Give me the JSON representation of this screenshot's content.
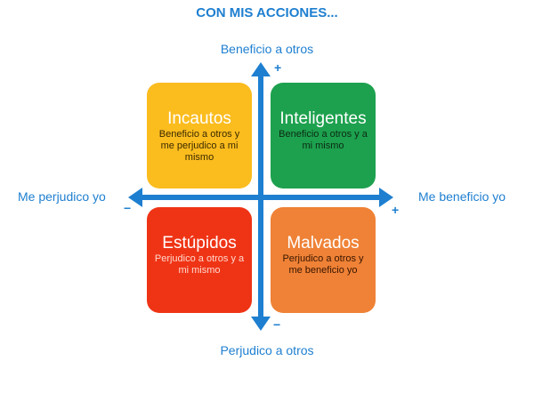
{
  "title": "CON MIS ACCIONES...",
  "axes": {
    "top": "Beneficio a otros",
    "bottom": "Perjudico a otros",
    "left": "Me perjudico yo",
    "right": "Me beneficio yo",
    "plus": "+",
    "minus": "−"
  },
  "quadrants": [
    {
      "name": "Incautos",
      "desc": "Beneficio a otros y me perjudico a mi mismo",
      "color": "#fbbc1e"
    },
    {
      "name": "Inteligentes",
      "desc": "Beneficio a otros y a mi mismo",
      "color": "#1da14e"
    },
    {
      "name": "Estúpidos",
      "desc": "Perjudico a otros y a mi mismo",
      "color": "#ef3416"
    },
    {
      "name": "Malvados",
      "desc": "Perjudico a otros y me beneficio yo",
      "color": "#ef8236"
    }
  ],
  "colors": {
    "axis": "#1e7fd0"
  }
}
